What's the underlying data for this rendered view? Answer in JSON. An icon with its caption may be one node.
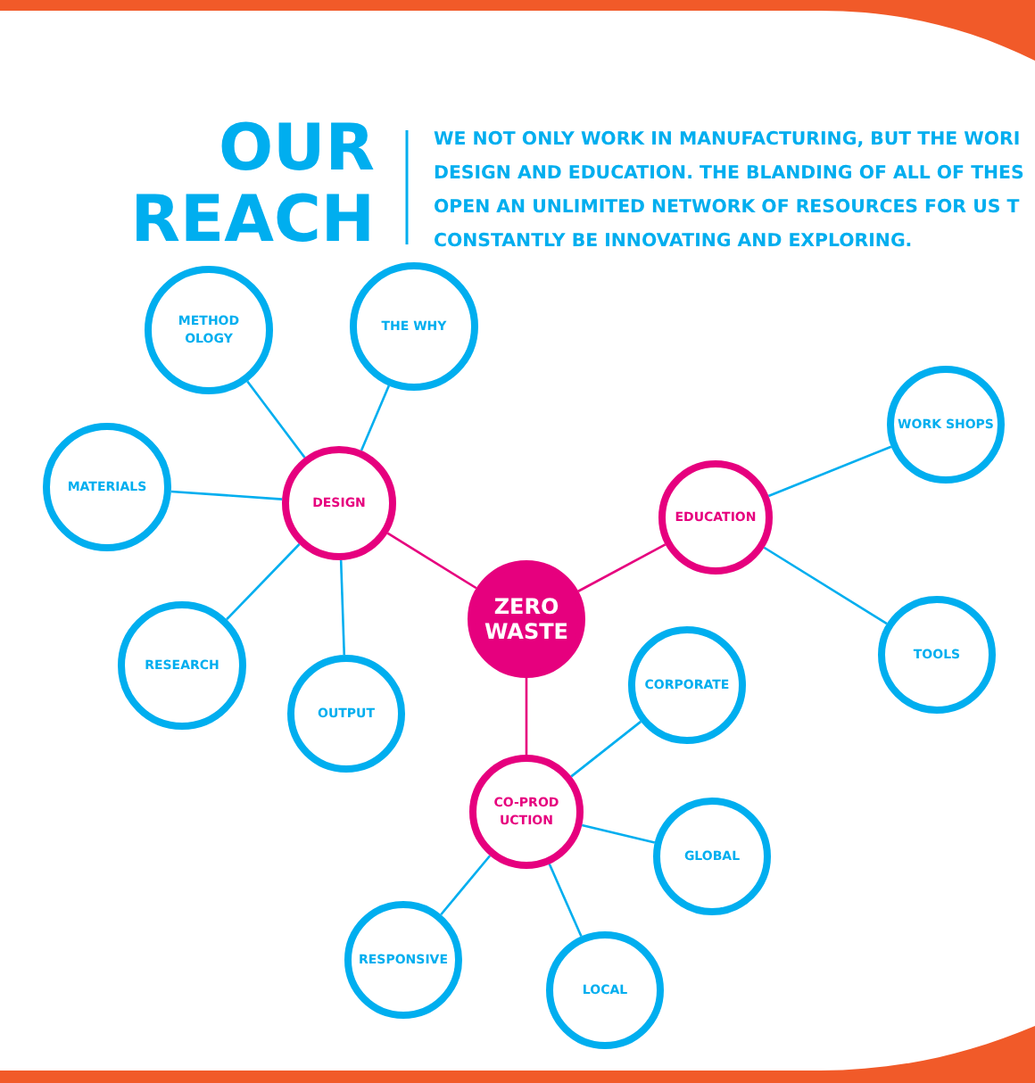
{
  "diagram": {
    "title": "OUR REACH",
    "nodes": [
      {
        "text": [
          "ZERO WASTE"
        ]
      },
      {
        "text": [
          "DESIGN"
        ]
      },
      {
        "text": [
          "METHOD OLOGY"
        ]
      },
      {
        "text": [
          "THE WHY"
        ]
      },
      {
        "text": [
          "MATERIALS"
        ]
      },
      {
        "text": [
          "RESEARCH"
        ]
      },
      {
        "text": [
          "OUTPUT"
        ]
      },
      {
        "text": [
          "EDUCATION"
        ]
      },
      {
        "text": [
          "WORK SHOPS"
        ]
      },
      {
        "text": [
          "TOOLS"
        ]
      },
      {
        "text": [
          "CO-PROD UCTION"
        ]
      },
      {
        "text": [
          "CORPORATE"
        ]
      },
      {
        "text": [
          "GLOBAL"
        ]
      },
      {
        "text": [
          "RESPONSIVE"
        ]
      },
      {
        "text": [
          "LOCAL"
        ]
      }
    ],
    "edges": [
      {
        "from": 0,
        "to": 1,
        "arrow": "none",
        "color": "#e6007e"
      },
      {
        "from": 0,
        "to": 7,
        "arrow": "none",
        "color": "#e6007e"
      },
      {
        "from": 0,
        "to": 10,
        "arrow": "none",
        "color": "#e6007e"
      },
      {
        "from": 1,
        "to": 2,
        "arrow": "none"
      },
      {
        "from": 1,
        "to": 3,
        "arrow": "none"
      },
      {
        "from": 1,
        "to": 4,
        "arrow": "none"
      },
      {
        "from": 1,
        "to": 5,
        "arrow": "none"
      },
      {
        "from": 1,
        "to": 6,
        "arrow": "none"
      },
      {
        "from": 7,
        "to": 8,
        "arrow": "none"
      },
      {
        "from": 7,
        "to": 9,
        "arrow": "none"
      },
      {
        "from": 10,
        "to": 11,
        "arrow": "none"
      },
      {
        "from": 10,
        "to": 12,
        "arrow": "none"
      },
      {
        "from": 10,
        "to": 13,
        "arrow": "none"
      },
      {
        "from": 10,
        "to": 14,
        "arrow": "none"
      }
    ],
    "labels": [
      "WE NOT ONLY WORK IN MANUFACTURING, BUT THE WORI DESIGN AND EDUCATION. THE BLANDING OF ALL OF THES OPEN AN UNLIMITED NETWORK OF RESOURCES FOR US T CONSTANTLY BE INNOVATING AND EXPLORING."
    ]
  }
}
